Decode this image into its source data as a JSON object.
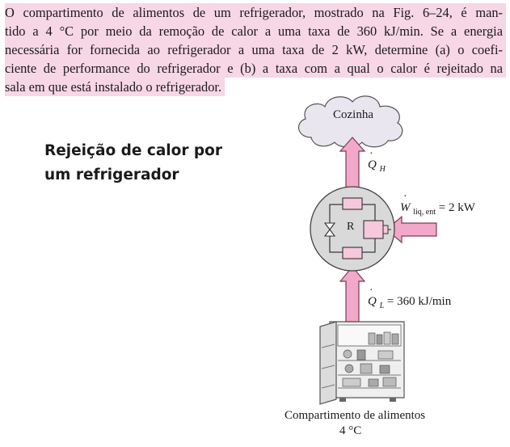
{
  "problem": {
    "lines": [
      "O compartimento de alimentos de um refrigerador, mostrado na Fig. 6–24, é man-",
      "tido a 4 °C por meio da remoção de calor a uma taxa de 360 kJ/min. Se a energia",
      "necessária for fornecida ao refrigerador a uma taxa de 2 kW, determine (a) o coefi-",
      "ciente de performance do refrigerador e (b) a taxa com a qual o calor é rejeitado na",
      "sala em que está instalado o refrigerador."
    ]
  },
  "caption": {
    "line1": "Rejeição de calor por",
    "line2": "um refrigerador"
  },
  "diagram": {
    "cloud_label": "Cozinha",
    "qh_symbol": "Q",
    "qh_sub": "H",
    "refrigerator_symbol": "R",
    "w_symbol": "W",
    "w_sub": "liq, ent",
    "w_value": "= 2 kW",
    "ql_symbol": "Q",
    "ql_sub": "L",
    "ql_value": "= 360 kJ/min",
    "compartment_label": "Compartimento de alimentos",
    "compartment_temp": "4 °C"
  },
  "colors": {
    "highlight": "#f7d6e6",
    "arrow_fill": "#f2a8c8",
    "arrow_stroke": "#7a3a58",
    "cloud_fill": "#e9e6ef",
    "circle_fill": "#d9d9d9",
    "component_fill": "#f6c8dc"
  }
}
